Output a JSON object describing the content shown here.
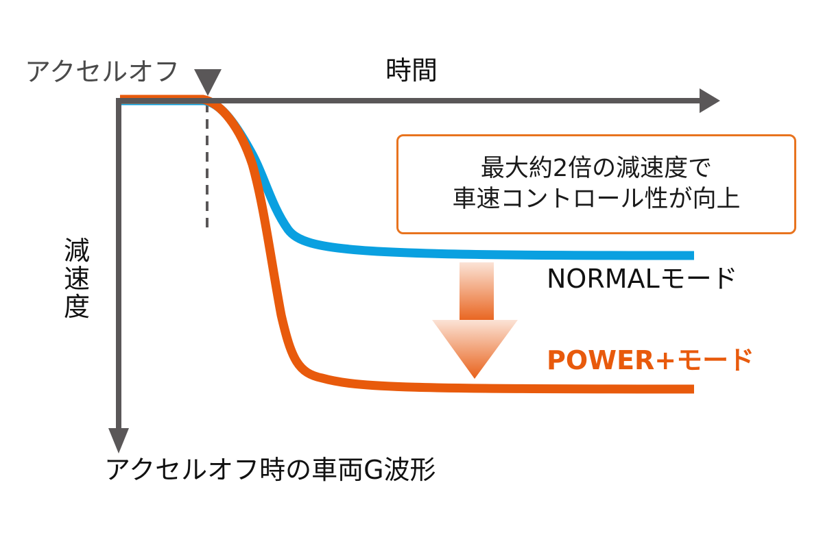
{
  "diagram": {
    "title": "アクセルオフ時の車両G波形",
    "x_axis_label": "時間",
    "y_axis_label": "減速度",
    "event_marker_label": "アクセルオフ",
    "callout": {
      "line1": "最大約2倍の減速度で",
      "line2": "車速コントロール性が向上"
    },
    "series": [
      {
        "name": "NORMALモード",
        "label": "NORMALモード",
        "color": "#0aa0e0",
        "relative_decel_level": 1
      },
      {
        "name": "POWER+モード",
        "label": "POWER+モード",
        "color": "#e85a0c",
        "relative_decel_level": 2
      }
    ],
    "colors": {
      "axis": "#5a5758",
      "callout_border": "#e8731e",
      "arrow_top": "#fbe3d6",
      "arrow_bottom": "#e8611a"
    }
  }
}
